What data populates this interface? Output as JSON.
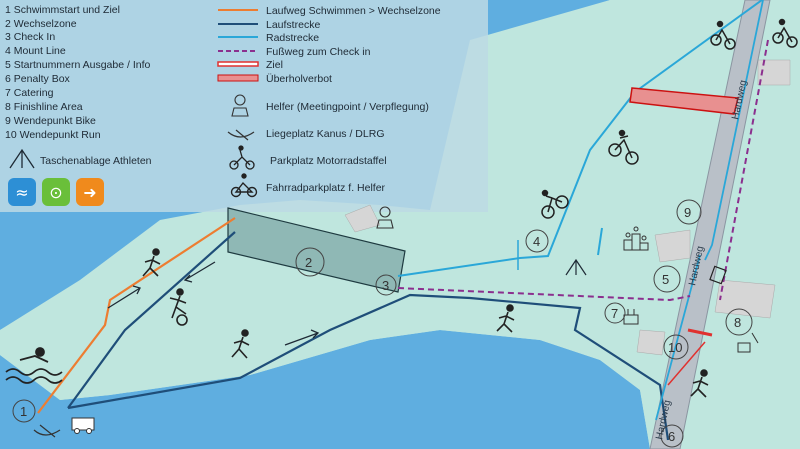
{
  "legend_left": [
    "1 Schwimmstart und Ziel",
    "2 Wechselzone",
    "3 Check In",
    "4 Mount Line",
    "5 Startnummern Ausgabe / Info",
    "6 Penalty Box",
    "7 Catering",
    "8 Finishline Area",
    "9 Wendepunkt Bike",
    "10 Wendepunkt Run"
  ],
  "tent_label": "Taschenablage Athleten",
  "legend_lines": {
    "run_swim": "Laufweg Schwimmen > Wechselzone",
    "run": "Laufstrecke",
    "bike": "Radstrecke",
    "walk": "Fußweg zum Check in",
    "finish": "Ziel",
    "no_overtake": "Überholverbot"
  },
  "legend_icons": {
    "helper": "Helfer (Meetingpoint / Verpflegung)",
    "canoe": "Liegeplatz Kanus / DLRG",
    "moto": "Parkplatz Motorradstaffel",
    "bikepark": "Fahrradparkplatz f. Helfer"
  },
  "road_name": "Hardweg",
  "map_numbers": [
    "1",
    "2",
    "3",
    "4",
    "5",
    "6",
    "7",
    "8",
    "9",
    "10"
  ],
  "colors": {
    "water": "#5faee0",
    "land": "#bfe6de",
    "run": "#1f4e79",
    "bike": "#2aa7d8",
    "swimrun": "#ed7d31",
    "walk": "#8b2f8e",
    "finish": "#e0312f",
    "transition": "#8fb8b5"
  },
  "icons": {
    "swim": "swimmer-icon",
    "bike": "cyclist-icon",
    "run": "runner-icon",
    "tent": "tent-icon",
    "helper": "helper-icon",
    "canoe": "canoe-icon",
    "moto": "motorbike-icon",
    "bikepark": "bicycle-icon"
  }
}
